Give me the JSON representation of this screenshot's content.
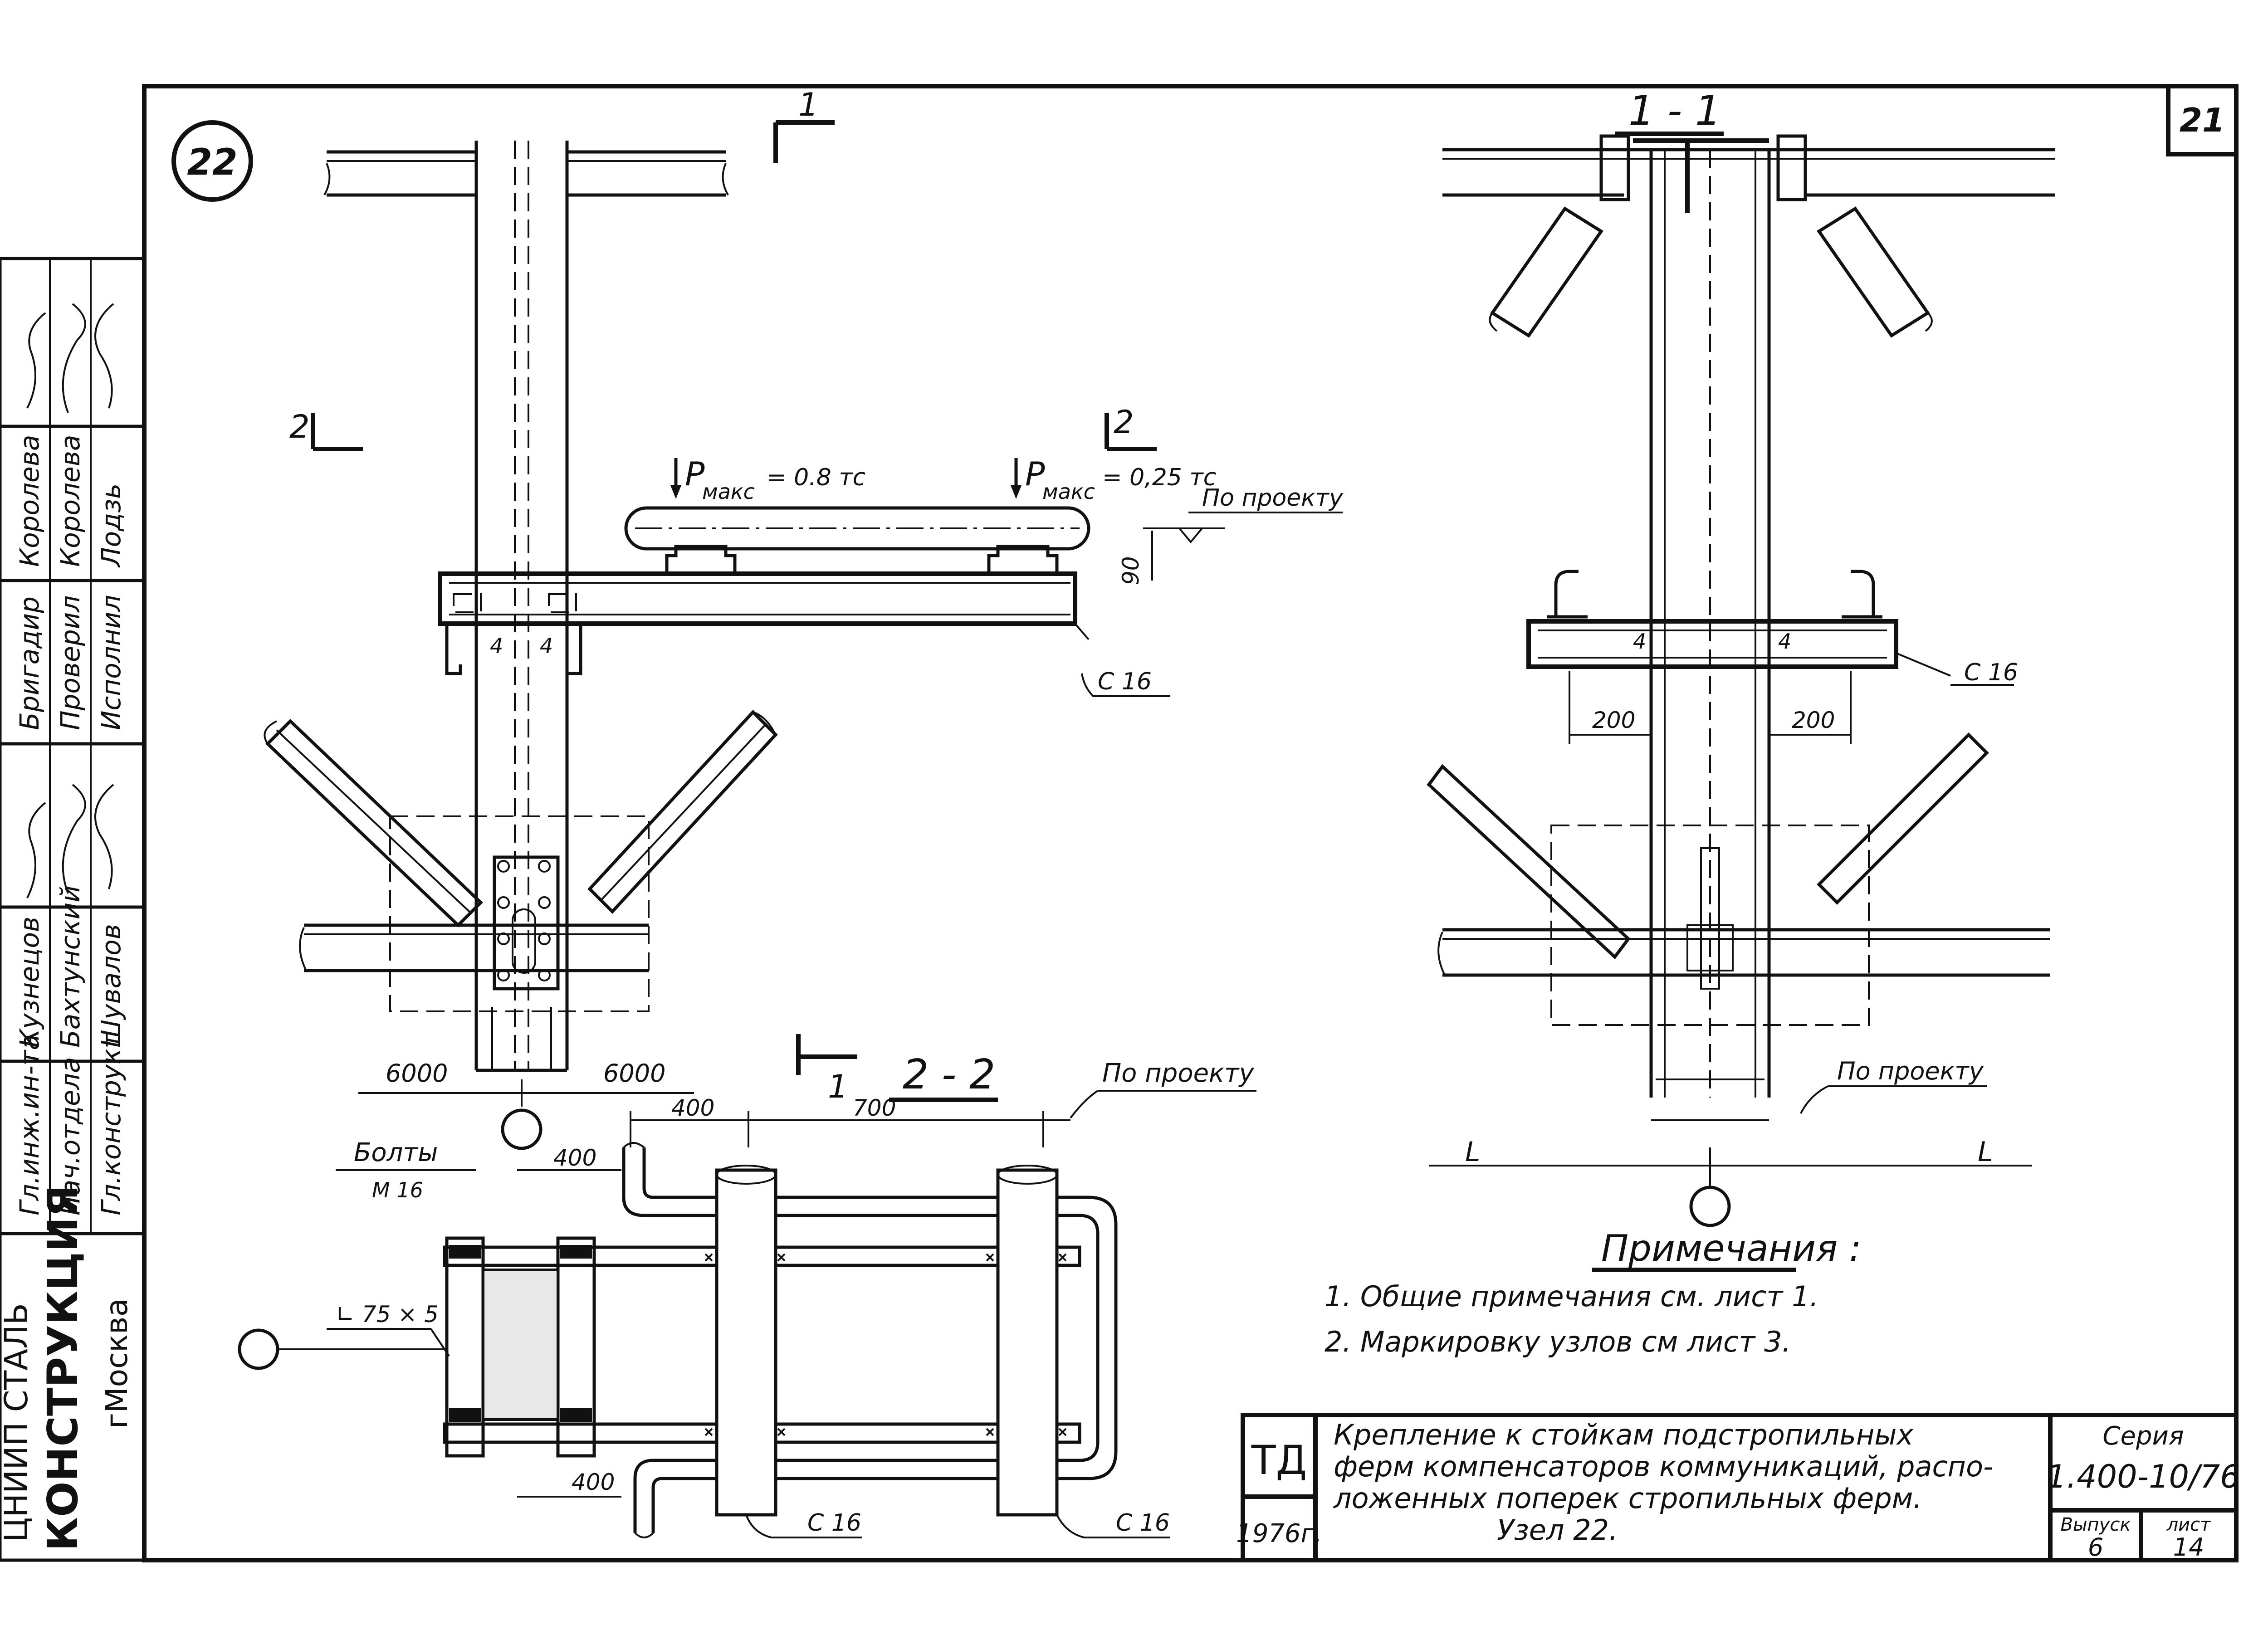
{
  "sheet": {
    "node_number": "22",
    "sheet_corner_number": "21"
  },
  "side_stamp": {
    "org_line1": "ЦНИИП СТАЛЬ",
    "org_line2": "КОНСТРУКЦИЯ",
    "org_city": "гМосква",
    "roles": [
      {
        "role": "Гл.инж.ин-та",
        "name": "Кузнецов"
      },
      {
        "role": "Нач.отдела",
        "name": "Бахтунский"
      },
      {
        "role": "Гл.конструкт",
        "name": "Шувалов"
      },
      {
        "role": "Бригадир",
        "name": "Королева"
      },
      {
        "role": "Проверил",
        "name": "Королева"
      },
      {
        "role": "Исполнил",
        "name": "Лодзь"
      }
    ]
  },
  "elevation": {
    "section_mark_1": "1",
    "section_mark_1_bottom": "1",
    "section_mark_2_left": "2",
    "section_mark_2_right": "2",
    "load_left": "Pмакс = 0.8 тс",
    "load_left_p": "P",
    "load_left_sub": "макс",
    "load_left_val": "= 0.8 тс",
    "load_right_p": "P",
    "load_right_sub": "макс",
    "load_right_val": "= 0,25 тс",
    "per_project": "По проекту",
    "dim_90": "90",
    "channel": "С 16",
    "weld_4a": "4",
    "weld_4b": "4",
    "dim_left": "6000",
    "dim_right": "6000"
  },
  "section_1_1": {
    "title": "1 - 1",
    "channel": "С 16",
    "dim_left": "200",
    "dim_right": "200",
    "weld_4a": "4",
    "weld_4b": "4",
    "per_project": "По проекту",
    "axis_left": "L",
    "axis_right": "L"
  },
  "section_2_2": {
    "title": "2 - 2",
    "per_project": "По проекту",
    "dim_400_top": "400",
    "dim_700": "700",
    "dim_400_mid": "400",
    "dim_400_bottom": "400",
    "bolts_label": "Болты",
    "bolts_size": "М 16",
    "angle": "∟ 75 × 5",
    "channel_left": "С 16",
    "channel_right": "С 16"
  },
  "notes": {
    "title": "Примечания :",
    "items": [
      "1. Общие примечания см. лист 1.",
      "2. Маркировку узлов см лист 3."
    ]
  },
  "title_block": {
    "code": "ТД",
    "year": "1976г.",
    "title_line1": "Крепление к стойкам подстропильных",
    "title_line2": "ферм компенсаторов коммуникаций, распо-",
    "title_line3": "ложенных поперек стропильных ферм.",
    "title_line4": "Узел 22.",
    "series_label": "Серия",
    "series_value": "1.400-10/76",
    "issue_label": "Выпуск",
    "issue_value": "6",
    "sheet_label": "лист",
    "sheet_value": "14"
  }
}
